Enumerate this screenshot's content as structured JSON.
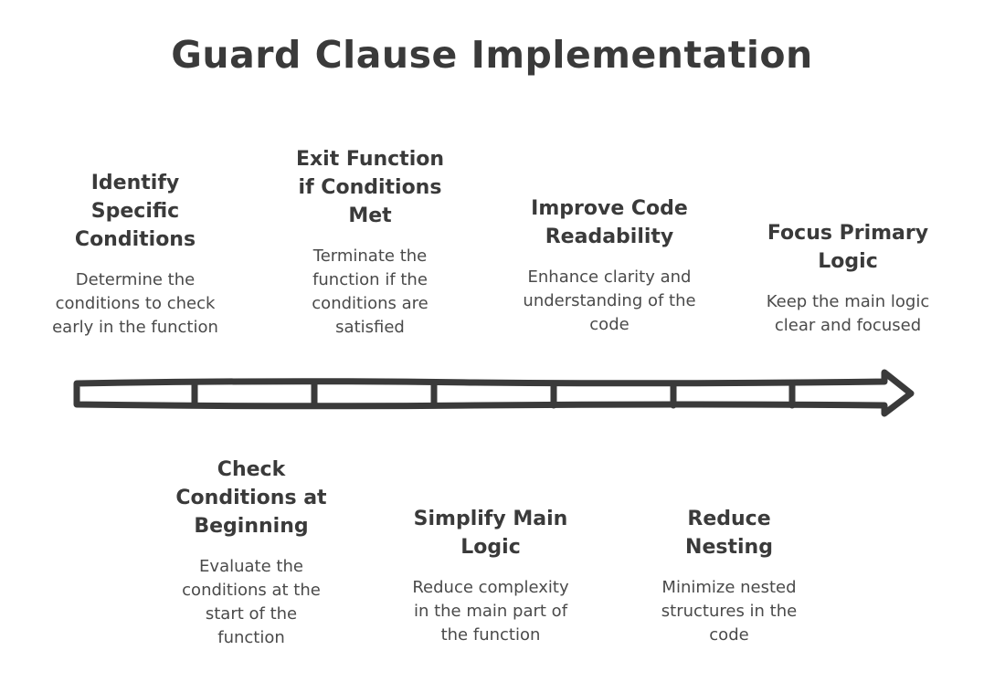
{
  "title": "Guard Clause Implementation",
  "steps": [
    {
      "title": "Identify\nSpecific\nConditions",
      "description": "Determine the\nconditions to check\nearly in the function"
    },
    {
      "title": "Check\nConditions at\nBeginning",
      "description": "Evaluate the\nconditions at the\nstart of the\nfunction"
    },
    {
      "title": "Exit Function\nif Conditions\nMet",
      "description": "Terminate the\nfunction if the\nconditions are\nsatisfied"
    },
    {
      "title": "Simplify Main\nLogic",
      "description": "Reduce complexity\nin the main part of\nthe function"
    },
    {
      "title": "Improve Code\nReadability",
      "description": "Enhance clarity and\nunderstanding of the\ncode"
    },
    {
      "title": "Reduce\nNesting",
      "description": "Minimize nested\nstructures in the\ncode"
    },
    {
      "title": "Focus Primary\nLogic",
      "description": "Keep the main logic\nclear and focused"
    }
  ]
}
